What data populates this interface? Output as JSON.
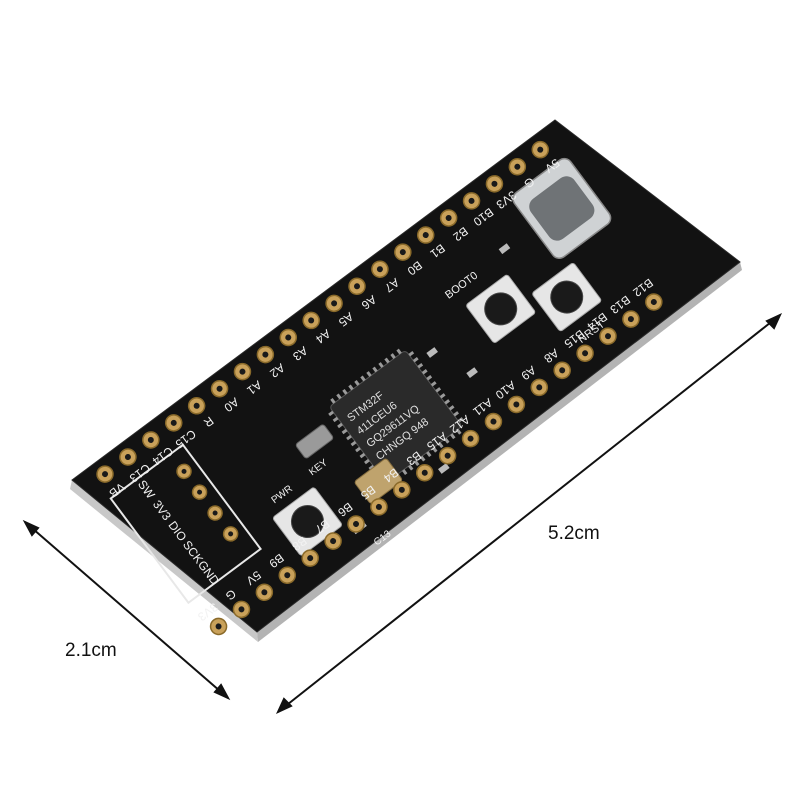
{
  "dimensions": {
    "length": "5.2cm",
    "width": "2.1cm"
  },
  "chip": {
    "line1": "STM32F",
    "line2": "411CEU6",
    "line3": "GQ29611VQ",
    "line4": "CHNGQ 948"
  },
  "buttons": {
    "boot": "BOOT0",
    "reset": "NRST",
    "power": "PWR"
  },
  "top_pins": [
    "3V3",
    "G",
    "5V",
    "B9",
    "B8",
    "B7",
    "B6",
    "B5",
    "B4",
    "B3",
    "A15",
    "A12",
    "A11",
    "A10",
    "A9",
    "A8",
    "B15",
    "B14",
    "B13",
    "B12"
  ],
  "bottom_pins": [
    "VB",
    "C13",
    "C14",
    "C15",
    "R",
    "A0",
    "A1",
    "A2",
    "A3",
    "A4",
    "A5",
    "A6",
    "A7",
    "B0",
    "B1",
    "B2",
    "B10",
    "3V3",
    "G",
    "5V"
  ],
  "swd_labels": [
    "SW",
    "3V3",
    "DIO",
    "SCK",
    "GND"
  ],
  "other_labels": {
    "c13": "C13",
    "key": "KEY"
  },
  "colors": {
    "pcb": "#121212",
    "pad": "#c9a15a",
    "silkscreen": "#f2f2f2",
    "connector": "#cfd2d4"
  }
}
